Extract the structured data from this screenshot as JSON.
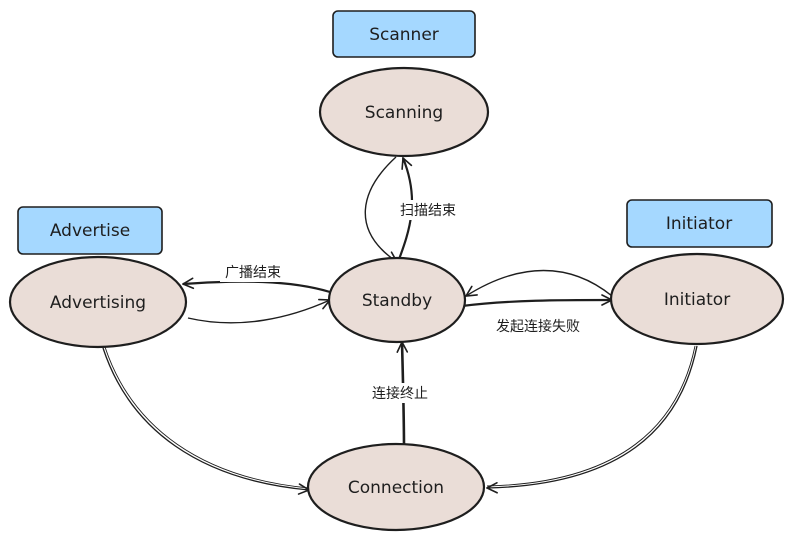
{
  "tags": {
    "scanner": "Scanner",
    "advertise": "Advertise",
    "initiator": "Initiator"
  },
  "states": {
    "scanning": "Scanning",
    "standby": "Standby",
    "advertising": "Advertising",
    "initiator": "Initiator",
    "connection": "Connection"
  },
  "edges": {
    "scan_end": "扫描结束",
    "adv_end": "广播结束",
    "init_fail": "发起连接失败",
    "conn_end": "连接终止"
  },
  "colors": {
    "state_fill": "#eaddd7",
    "tag_fill": "#a5d8ff",
    "stroke": "#1e1e1e"
  }
}
